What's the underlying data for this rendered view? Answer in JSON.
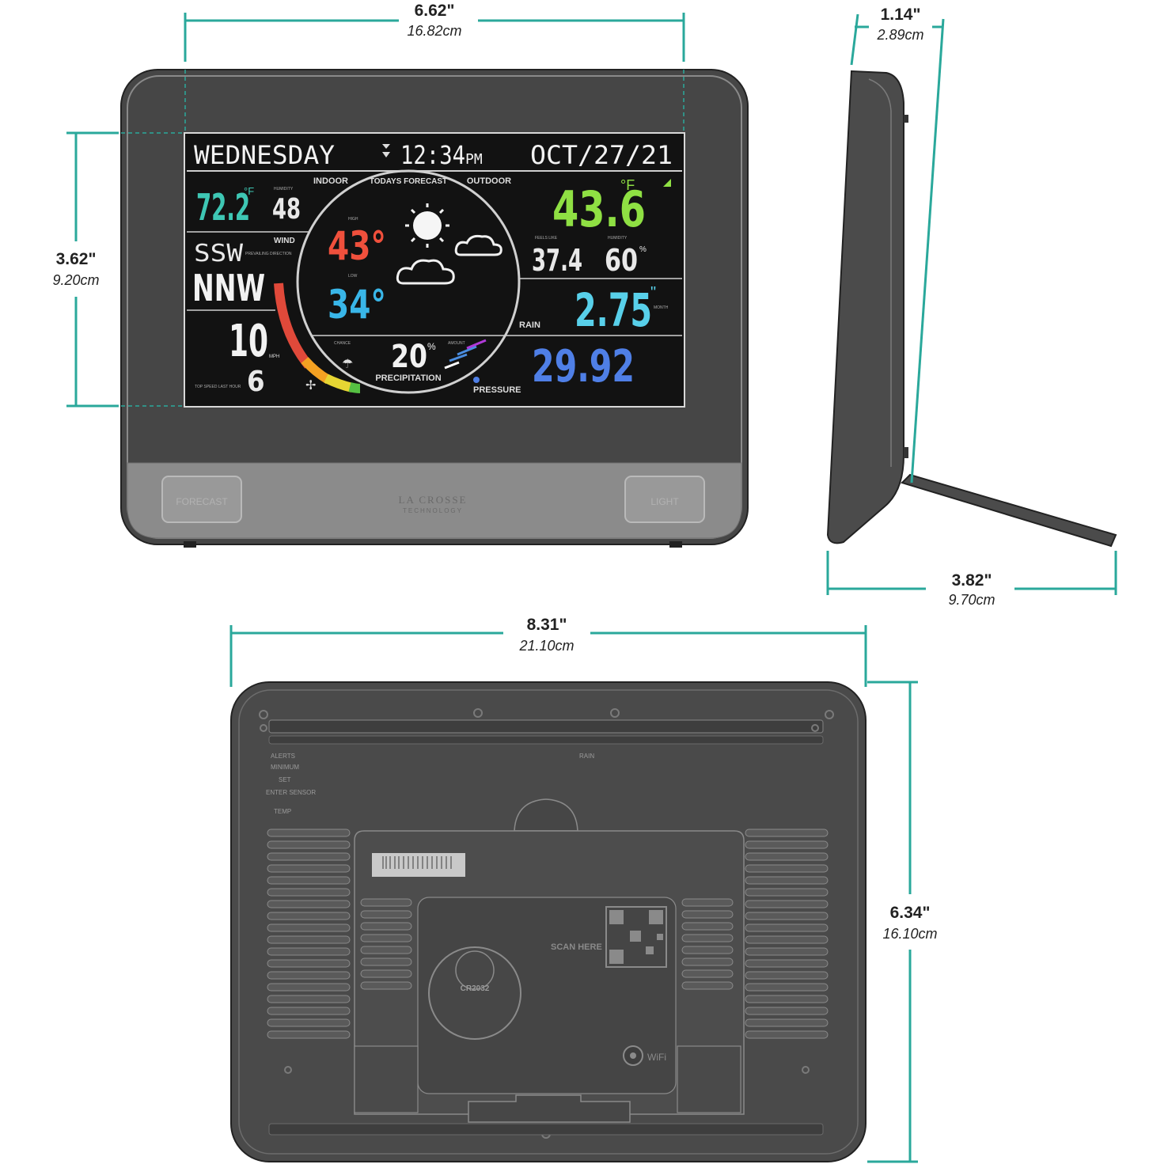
{
  "dimensions": {
    "front_width": {
      "in": "6.62\"",
      "cm": "16.82cm"
    },
    "front_height": {
      "in": "3.62\"",
      "cm": "9.20cm"
    },
    "side_depth": {
      "in": "1.14\"",
      "cm": "2.89cm"
    },
    "stand_depth": {
      "in": "3.82\"",
      "cm": "9.70cm"
    },
    "overall_width": {
      "in": "8.31\"",
      "cm": "21.10cm"
    },
    "overall_height": {
      "in": "6.34\"",
      "cm": "16.10cm"
    }
  },
  "display": {
    "day": "WEDNESDAY",
    "time": "12:34",
    "ampm": "PM",
    "date": "OCT/27/21",
    "indoor_label": "INDOOR",
    "indoor_temp": "72.2",
    "indoor_temp_unit": "°F",
    "indoor_humidity": "48",
    "humidity_small_label": "HUMIDITY",
    "forecast_label": "TODAYS FORECAST",
    "outdoor_label": "OUTDOOR",
    "outdoor_temp": "43.6",
    "outdoor_temp_unit": "°F",
    "feels_like_label": "FEELS LIKE",
    "feels_like": "37.4",
    "outdoor_humidity": "60",
    "outdoor_humidity_label": "HUMIDITY",
    "wind_label": "WIND",
    "prev_direction": "SSW",
    "prev_direction_label": "PREVAILING DIRECTION",
    "wind_direction": "NNW",
    "wind_speed": "10",
    "wind_speed_unit": "MPH",
    "gust": "6",
    "gust_label": "TOP SPEED LAST HOUR",
    "high_label": "HIGH",
    "high_temp": "43°",
    "low_label": "LOW",
    "low_temp": "34°",
    "chance_label": "CHANCE",
    "precip_pct": "20",
    "precip_label": "PRECIPITATION",
    "amount_label": "AMOUNT",
    "rain_label": "RAIN",
    "rain": "2.75",
    "rain_unit": "MONTH",
    "pressure_label": "PRESSURE",
    "pressure": "29.92"
  },
  "front_buttons": {
    "forecast": "FORECAST",
    "light": "LIGHT"
  },
  "brand": {
    "line1": "LA CROSSE",
    "line2": "TECHNOLOGY"
  },
  "back": {
    "battery": "CR2032",
    "scan_here": "SCAN HERE",
    "wifi": "WiFi",
    "button_labels": [
      "ALERTS",
      "MINIMUM",
      "SET",
      "ENTER SENSOR",
      "TEMP"
    ],
    "rain_label": "RAIN"
  },
  "colors": {
    "device_dark": "#4a4a4a",
    "device_light": "#8c8c8c",
    "dimension_line": "#2aa89b",
    "lcd_bg": "#111111",
    "indoor_teal": "#3ec7b4",
    "outdoor_green": "#8fe043",
    "high_red": "#f0503c",
    "low_blue": "#39b6e8",
    "rain_cyan": "#58d0ea",
    "pressure_blue": "#4f7fe6"
  }
}
